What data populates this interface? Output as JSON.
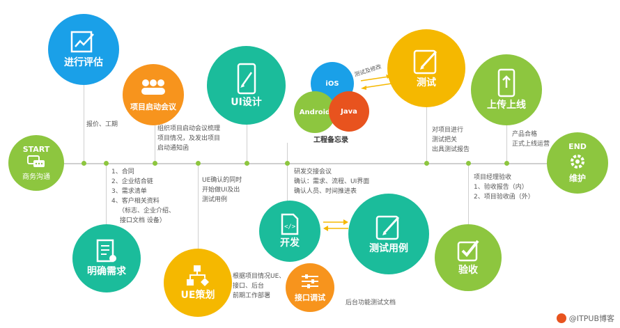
{
  "nodes": {
    "start": {
      "tag": "START",
      "label": "商务沟通"
    },
    "evaluate": {
      "label": "进行评估"
    },
    "kickoff": {
      "label": "项目启动会议"
    },
    "ui": {
      "label": "UI设计"
    },
    "test": {
      "label": "测试"
    },
    "upload": {
      "label": "上传上线"
    },
    "end": {
      "tag": "END",
      "label": "维护"
    },
    "requirement": {
      "label": "明确需求"
    },
    "ue": {
      "label": "UE策划"
    },
    "interface": {
      "label": "接口调试"
    },
    "develop": {
      "label": "开发"
    },
    "testcase": {
      "label": "测试用例"
    },
    "accept": {
      "label": "验收"
    }
  },
  "platforms": {
    "ios": "iOS",
    "android": "Android",
    "java": "Java",
    "memo": "工程备忘录",
    "arrow_label": "测试及修改"
  },
  "notes": {
    "quote": "报价、工期",
    "kickoff_lines": [
      "组织项目启动会议梳理",
      "项目情况，及发出项目",
      "启动通知函"
    ],
    "requirement_lines": [
      "1、合同",
      "2、企业结合链",
      "3、需求清单",
      "4、客户相关资料",
      "（标志、企业介绍、",
      "接口文档 设备）"
    ],
    "ue_lines": [
      "UE确认的同时",
      "开始做UI及出",
      "测试用例"
    ],
    "dev_lines": [
      "研发交接会议",
      "确认：需求、流程、UI界面",
      "确认人员、时间推进表"
    ],
    "test_lines": [
      "对项目进行",
      "测试把关",
      "出具测试报告"
    ],
    "accept_lines": [
      "项目经理验收",
      "1、验收报告（内）",
      "2、项目验收函（外）"
    ],
    "upload_lines": [
      "产品合格",
      "正式上线运营"
    ],
    "interface_lines": [
      "根据项目情况UE、",
      "接口、后台",
      "前期工作部署"
    ],
    "backend": "后台功能测试文档"
  },
  "watermark": "@ITPUB博客",
  "colors": {
    "green": "#8dc63f",
    "blue": "#1aa0e8",
    "orange": "#f7941d",
    "teal": "#1bbc9b",
    "yellow": "#f5b800",
    "purple": "#7c55c7"
  }
}
